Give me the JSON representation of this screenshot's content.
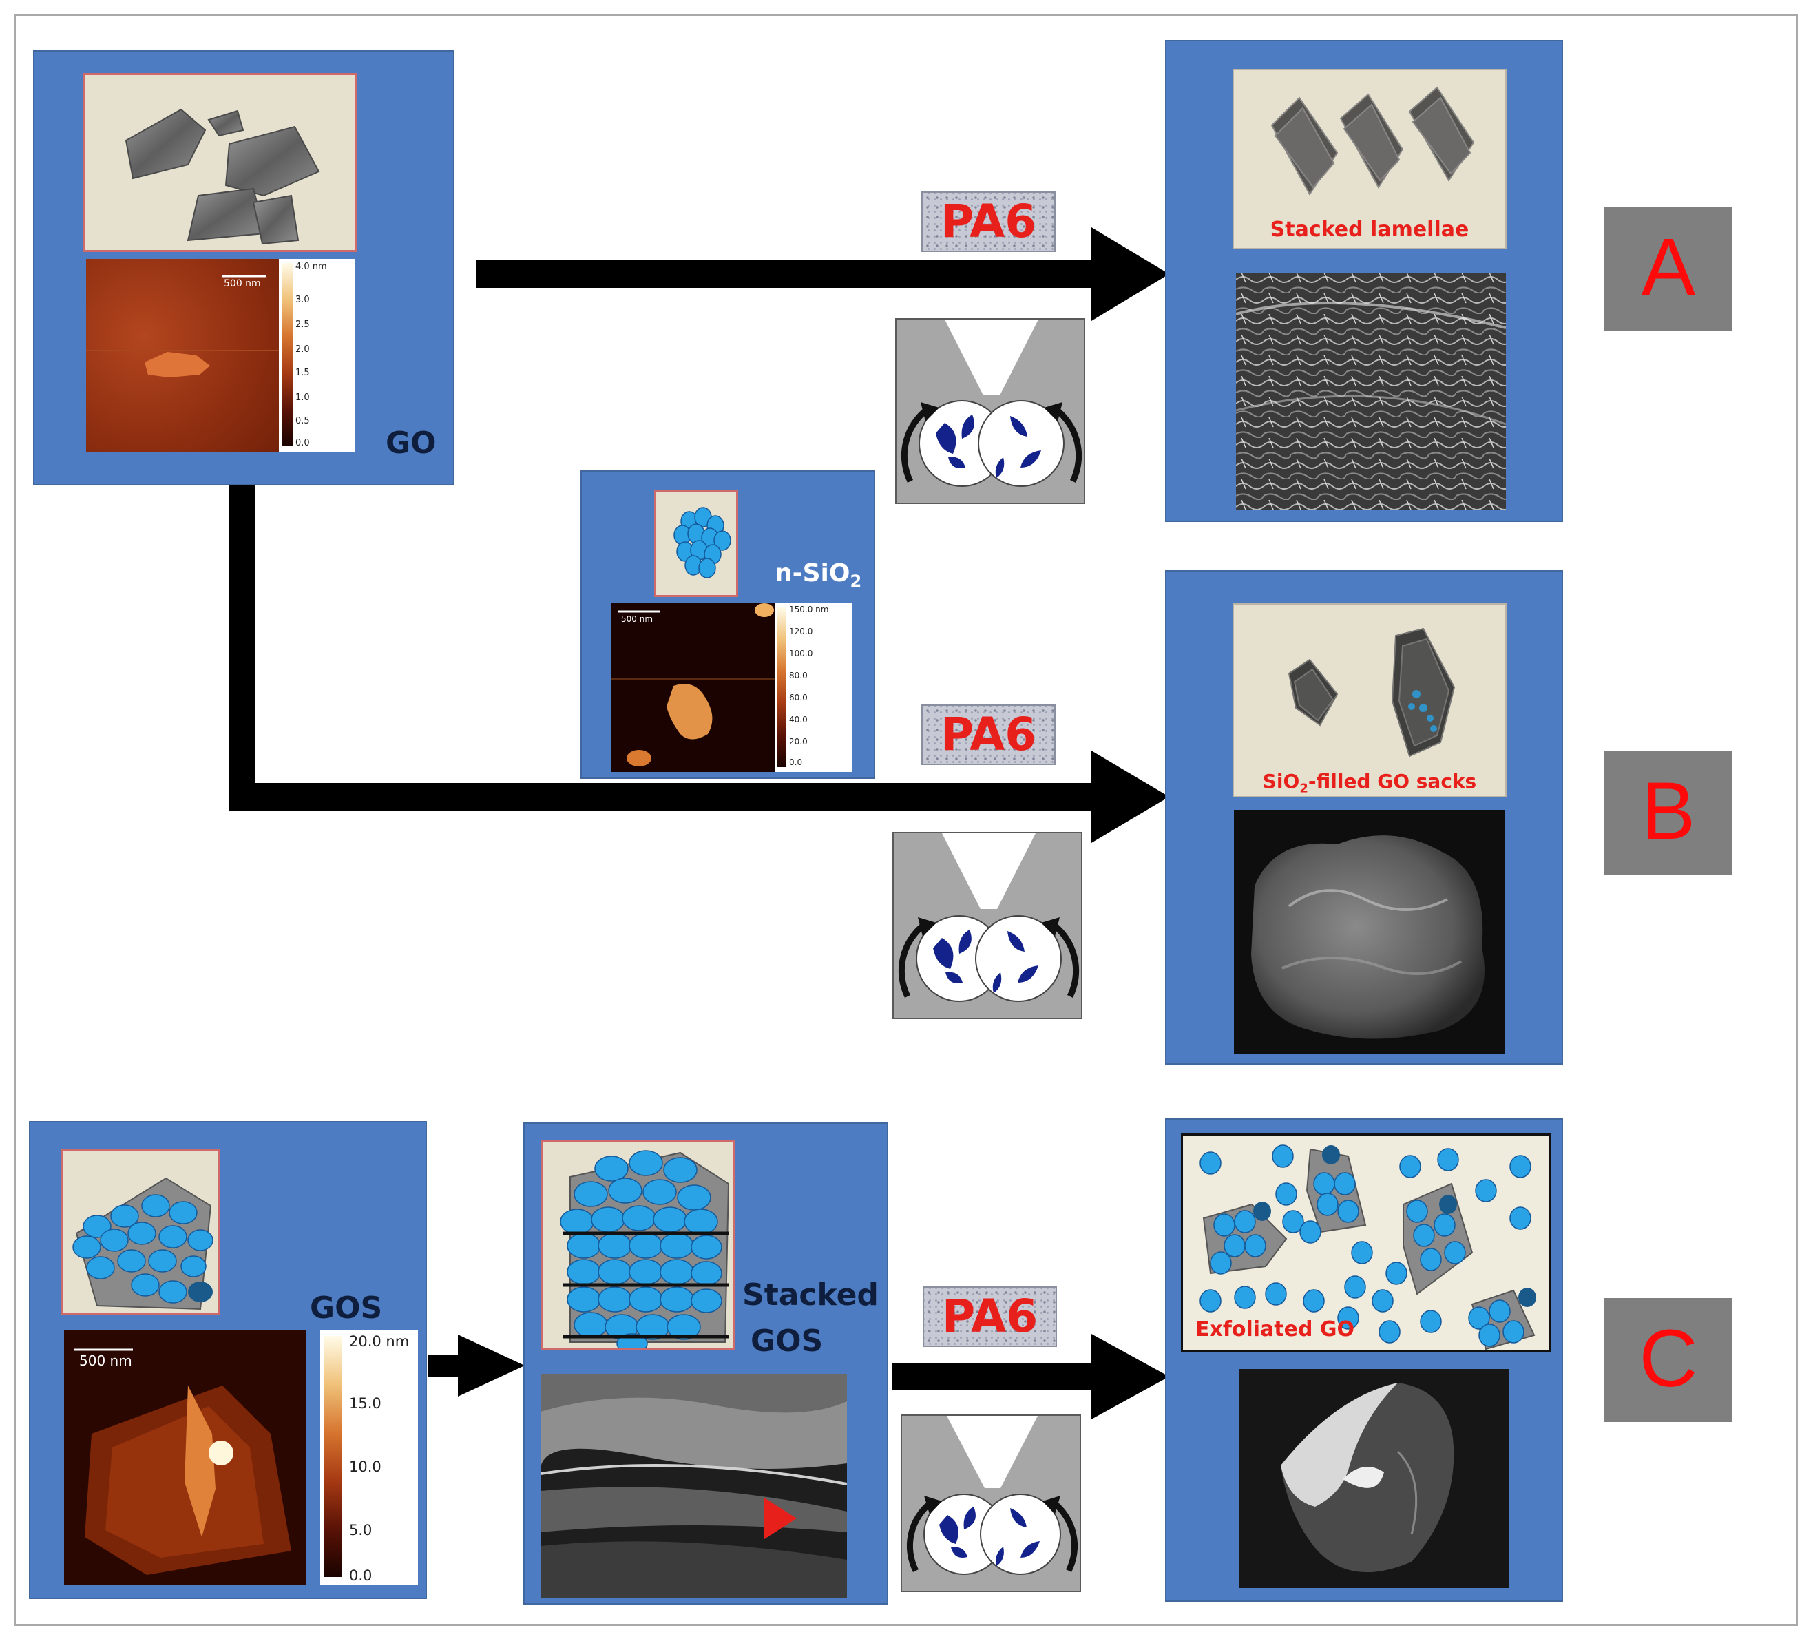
{
  "rows": {
    "A": {
      "letter": "A",
      "matrix_label": "PA6",
      "result_caption": "Stacked lamellae"
    },
    "B": {
      "letter": "B",
      "matrix_label": "PA6",
      "filler_label": "n-SiO",
      "filler_subscript": "2",
      "result_caption_prefix": "SiO",
      "result_caption_subscript": "2",
      "result_caption_suffix": "-filled GO sacks"
    },
    "C": {
      "letter": "C",
      "matrix_label": "PA6",
      "result_caption": "Exfoliated GO"
    }
  },
  "go_panel": {
    "label": "GO",
    "scale_bar": "500 nm",
    "colorbar_ticks": [
      "4.0 nm",
      "3.0",
      "2.5",
      "2.0",
      "1.5",
      "1.0",
      "0.5",
      "0.0"
    ]
  },
  "sio2_panel": {
    "scale_bar": "500 nm",
    "colorbar_ticks": [
      "150.0 nm",
      "120.0",
      "100.0",
      "80.0",
      "60.0",
      "40.0",
      "20.0",
      "0.0"
    ]
  },
  "gos_panel": {
    "label": "GOS",
    "scale_bar": "500 nm",
    "colorbar_ticks": [
      "20.0 nm",
      "15.0",
      "10.0",
      "5.0",
      "0.0"
    ]
  },
  "stacked_gos_panel": {
    "label_line1": "Stacked",
    "label_line2": "GOS"
  },
  "colors": {
    "panel_blue": "#4e7cc2",
    "beige": "#e6e1cf",
    "red_text": "#e8201c",
    "letter_box": "#7f7f7f",
    "particle_blue": "#29a3e6"
  }
}
